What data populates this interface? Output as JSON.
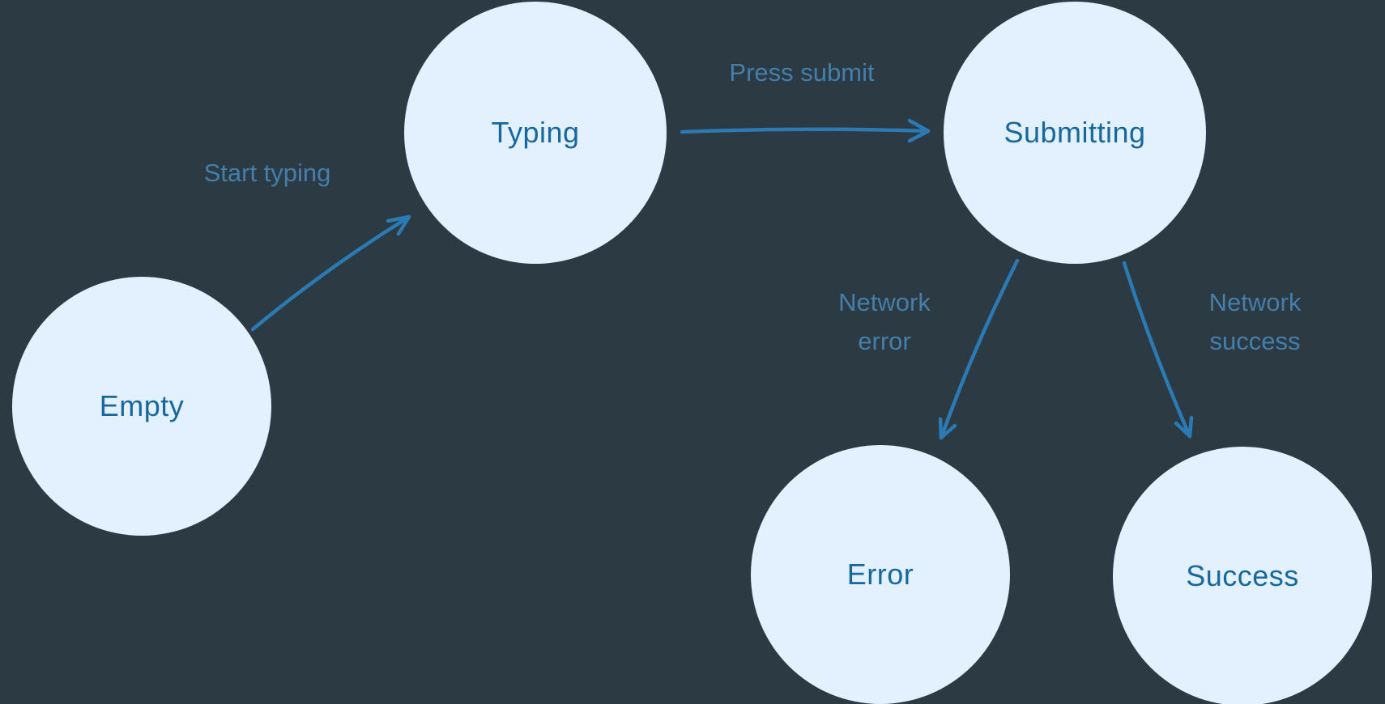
{
  "diagram": {
    "type": "state-machine",
    "states": [
      {
        "id": "empty",
        "label": "Empty"
      },
      {
        "id": "typing",
        "label": "Typing"
      },
      {
        "id": "submitting",
        "label": "Submitting"
      },
      {
        "id": "error",
        "label": "Error"
      },
      {
        "id": "success",
        "label": "Success"
      }
    ],
    "transitions": [
      {
        "from": "empty",
        "to": "typing",
        "label": "Start typing"
      },
      {
        "from": "typing",
        "to": "submitting",
        "label": "Press submit"
      },
      {
        "from": "submitting",
        "to": "error",
        "label": "Network error"
      },
      {
        "from": "submitting",
        "to": "success",
        "label": "Network success"
      }
    ],
    "colors": {
      "node_fill": "#e2f1fd",
      "node_text": "#17689f",
      "edge_label": "#447fab",
      "arrow": "#2b7ab3",
      "background": "#2c3a43"
    }
  }
}
